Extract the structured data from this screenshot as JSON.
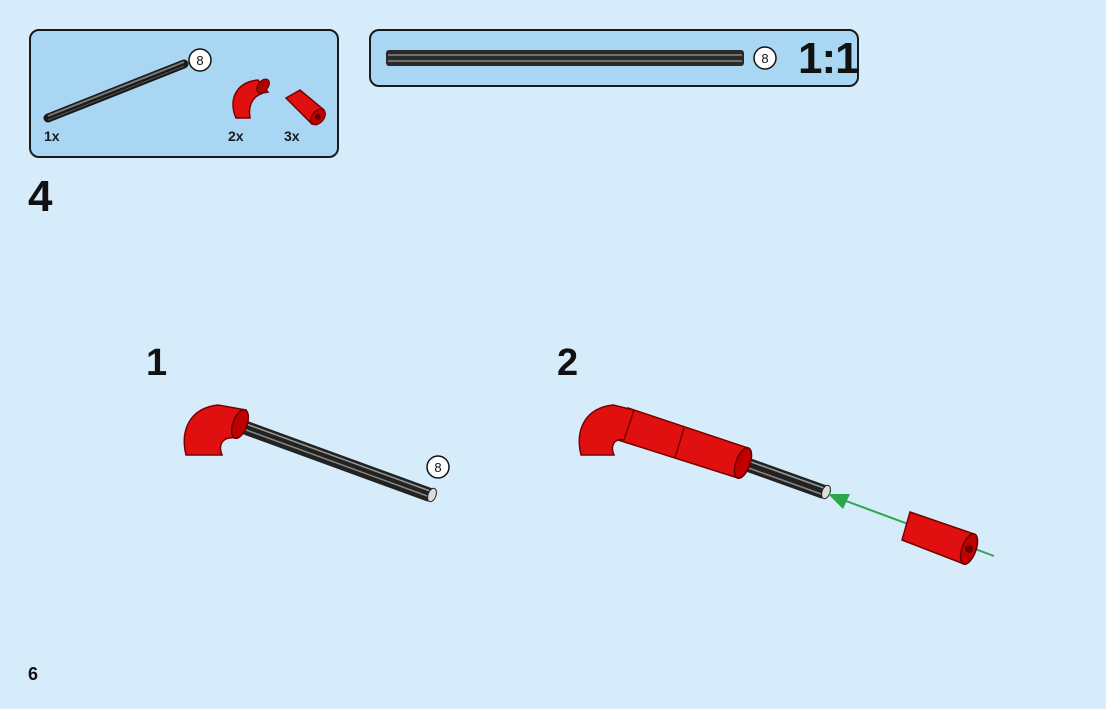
{
  "parts_list": {
    "items": [
      {
        "icon": "axle-8-black",
        "qty": "1x",
        "length": "8"
      },
      {
        "icon": "elbow-connector-red",
        "qty": "2x"
      },
      {
        "icon": "pin-connector-red",
        "qty": "3x"
      }
    ]
  },
  "scale_reference": {
    "axle_length": "8",
    "scale": "1:1"
  },
  "step": {
    "number": "4",
    "substeps": [
      {
        "number": "1",
        "axle_length": "8"
      },
      {
        "number": "2"
      }
    ]
  },
  "page": {
    "number": "6"
  },
  "colors": {
    "background": "#d6ecfa",
    "panel": "#a9d6f3",
    "part_red": "#e01010",
    "axle_gray": "#3a3a3a",
    "arrow_green": "#2aa84a"
  }
}
